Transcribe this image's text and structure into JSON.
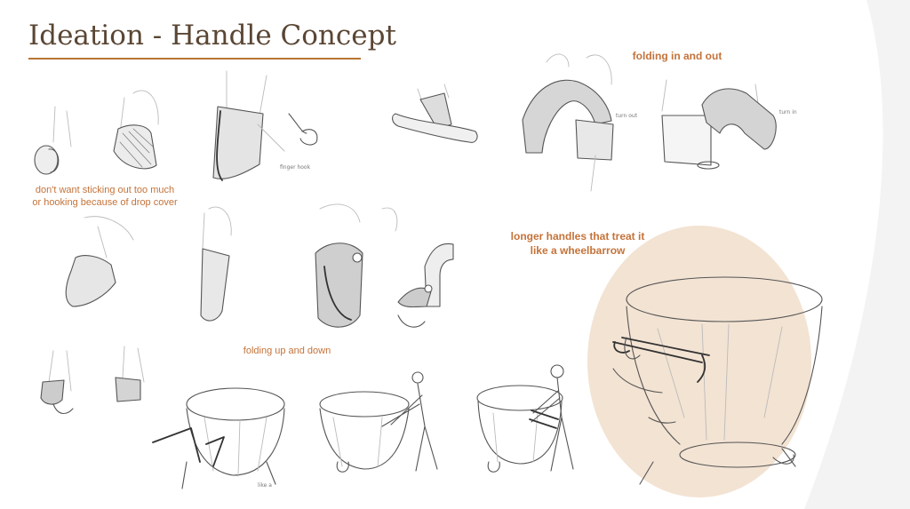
{
  "slide": {
    "title": "Ideation - Handle Concept",
    "accent_color": "#b87333",
    "highlight_color": "#f3e3d3"
  },
  "annotations": {
    "folding_in_out": "folding in and out",
    "drop_cover": "don't want sticking out too much\nor hooking because of drop cover",
    "wheelbarrow": "longer handles that treat it\nlike a wheelbarrow",
    "folding_up_down": "folding up and down"
  },
  "sketch_labels": {
    "finger_hook": "finger hook",
    "turn_out": "turn out",
    "turn_in": "turn in",
    "like_a": "like a"
  }
}
